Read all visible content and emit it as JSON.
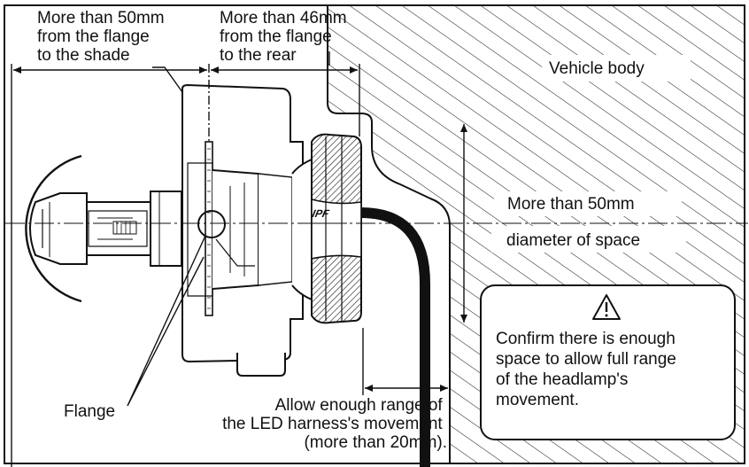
{
  "labels": {
    "shade_dim": [
      "More than 50mm",
      "from the flange",
      "to the shade"
    ],
    "rear_dim": [
      "More than 46mm",
      "from the flange",
      "to the rear"
    ],
    "vehicle_body": "Vehicle body",
    "space_dim_1": "More than 50mm",
    "space_dim_2": "diameter of space",
    "flange": "Flange",
    "harness": [
      "Allow enough range of",
      "the LED harness's movement",
      "(more than 20mm)."
    ],
    "caution": [
      "Confirm there is enough",
      "space to allow full range",
      "of the headlamp's",
      "movement."
    ]
  },
  "icons": {
    "warning": "warning-triangle-icon",
    "brand_logo": "ipf-logo"
  },
  "colors": {
    "line": "#111111",
    "hatch": "#222222",
    "background": "#ffffff"
  }
}
